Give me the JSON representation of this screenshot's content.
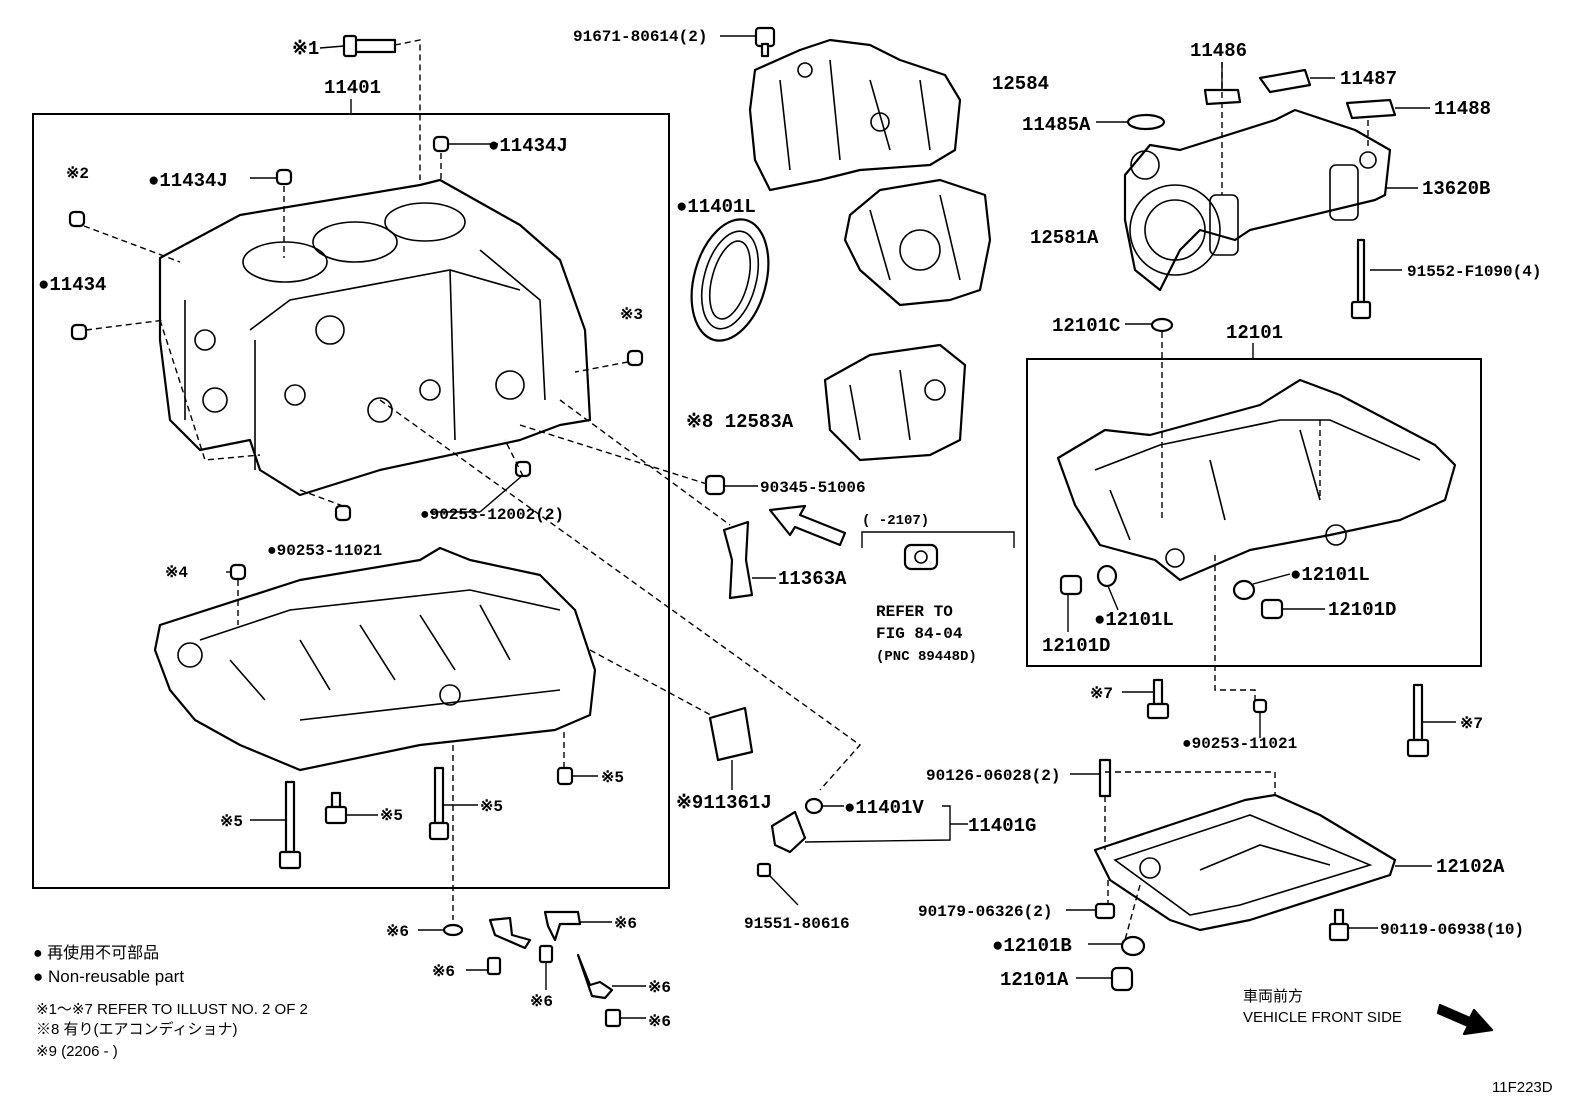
{
  "figure_code": "11F223D",
  "labels": {
    "p11401": "11401",
    "p11434J_a": "●11434J",
    "p11434J_b": "●11434J",
    "p11434": "●11434",
    "x1": "※1",
    "x2": "※2",
    "x3": "※3",
    "x4": "※4",
    "x5_a": "※5",
    "x5_b": "※5",
    "x5_c": "※5",
    "x5_d": "※5",
    "x6_a": "※6",
    "x6_b": "※6",
    "x6_c": "※6",
    "x6_d": "※6",
    "x6_e": "※6",
    "x6_f": "※6",
    "x7_a": "※7",
    "x7_b": "※7",
    "p90253_12002": "●90253-12002(2)",
    "p90253_11021_a": "●90253-11021",
    "p90253_11021_b": "●90253-11021",
    "p91671": "91671-80614(2)",
    "p12584": "12584",
    "p11401L": "●11401L",
    "p12581A": "12581A",
    "p12583A": "※8 12583A",
    "p90345": "90345-51006",
    "p11363A": "11363A",
    "range_2107": "(   -2107)",
    "refer_1": "REFER TO",
    "refer_2": "FIG 84-04",
    "refer_3": "(PNC 89448D)",
    "p11361J": "※911361J",
    "p11401V": "●11401V",
    "p11401G": "11401G",
    "p91551": "91551-80616",
    "p11486": "11486",
    "p11487": "11487",
    "p11488": "11488",
    "p11485A": "11485A",
    "p13620B": "13620B",
    "p91552": "91552-F1090(4)",
    "p12101C": "12101C",
    "p12101": "12101",
    "p12101L_a": "●12101L",
    "p12101L_b": "●12101L",
    "p12101D_a": "12101D",
    "p12101D_b": "12101D",
    "p90126": "90126-06028(2)",
    "p12102A": "12102A",
    "p90179": "90179-06326(2)",
    "p12101B": "●12101B",
    "p12101A": "12101A",
    "p90119": "90119-06938(10)"
  },
  "legend": {
    "nonreusable_jp": "● 再使用不可部品",
    "nonreusable_en": "● Non-reusable part",
    "note1": "※1～※7  REFER TO ILLUST NO. 2 OF 2",
    "note2": "※8  有り(エアコンディショナ)",
    "note3": "※9  (2206 -     )"
  },
  "direction": {
    "jp": "車両前方",
    "en": "VEHICLE FRONT SIDE"
  }
}
